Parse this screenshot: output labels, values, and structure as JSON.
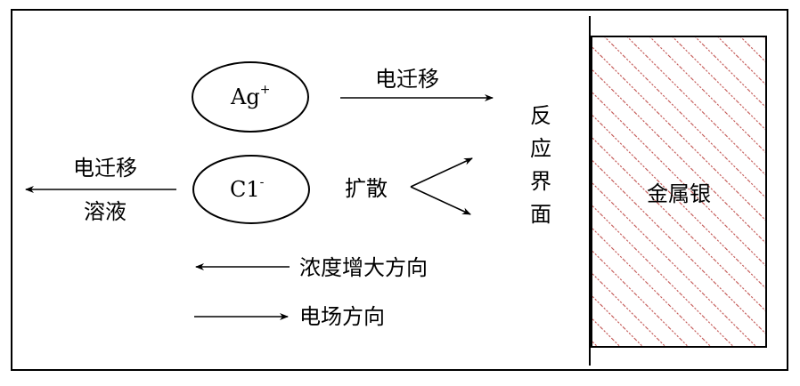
{
  "ions": {
    "silver": "Ag",
    "silver_charge": "+",
    "chloride": "C1",
    "chloride_charge": "-"
  },
  "labels": {
    "electromigration_right": "电迁移",
    "electromigration_left": "电迁移",
    "solution": "溶液",
    "diffusion": "扩散",
    "interface_chars": [
      "反",
      "应",
      "界",
      "面"
    ],
    "metal": "金属银",
    "concentration_direction": "浓度增大方向",
    "field_direction": "电场方向"
  },
  "colors": {
    "stroke": "#000000",
    "hatch": "#c0504d"
  }
}
